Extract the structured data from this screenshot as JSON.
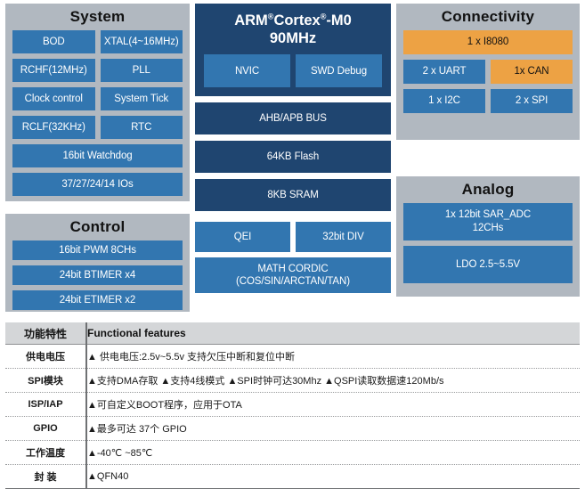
{
  "diagram": {
    "panels": {
      "system": {
        "title": "System",
        "rows": [
          {
            "type": "pair",
            "items": [
              {
                "label": "BOD",
                "color": "blue"
              },
              {
                "label": "XTAL(4~16MHz)",
                "color": "blue"
              }
            ]
          },
          {
            "type": "pair",
            "items": [
              {
                "label": "RCHF(12MHz)",
                "color": "blue"
              },
              {
                "label": "PLL",
                "color": "blue"
              }
            ]
          },
          {
            "type": "pair",
            "items": [
              {
                "label": "Clock control",
                "color": "blue"
              },
              {
                "label": "System Tick",
                "color": "blue"
              }
            ]
          },
          {
            "type": "pair",
            "items": [
              {
                "label": "RCLF(32KHz)",
                "color": "blue"
              },
              {
                "label": "RTC",
                "color": "blue"
              }
            ]
          },
          {
            "type": "full",
            "items": [
              {
                "label": "16bit Watchdog",
                "color": "blue"
              }
            ]
          },
          {
            "type": "full",
            "items": [
              {
                "label": "37/27/24/14 IOs",
                "color": "blue"
              }
            ]
          }
        ]
      },
      "control": {
        "title": "Control",
        "rows": [
          {
            "type": "full",
            "items": [
              {
                "label": "16bit PWM 8CHs",
                "color": "blue"
              }
            ]
          },
          {
            "type": "full",
            "items": [
              {
                "label": "24bit BTIMER x4",
                "color": "blue"
              }
            ]
          },
          {
            "type": "full",
            "items": [
              {
                "label": "24bit ETIMER x2",
                "color": "blue"
              }
            ]
          }
        ]
      },
      "connectivity": {
        "title": "Connectivity",
        "rows": [
          {
            "type": "full",
            "items": [
              {
                "label": "1 x I8080",
                "color": "orange"
              }
            ]
          },
          {
            "type": "pair",
            "items": [
              {
                "label": "2 x UART",
                "color": "blue"
              },
              {
                "label": "1x CAN",
                "color": "orange"
              }
            ]
          },
          {
            "type": "pair",
            "items": [
              {
                "label": "1 x I2C",
                "color": "blue"
              },
              {
                "label": "2 x SPI",
                "color": "blue"
              }
            ]
          }
        ]
      },
      "analog": {
        "title": "Analog",
        "rows": [
          {
            "type": "full",
            "items": [
              {
                "label": "1x 12bit SAR_ADC\n12CHs",
                "color": "blue"
              }
            ]
          },
          {
            "type": "full",
            "items": [
              {
                "label": "LDO 2.5~5.5V",
                "color": "blue"
              }
            ]
          }
        ]
      }
    },
    "core": {
      "cpu_title_line1_pre": "ARM",
      "cpu_title_line1_mid": "Cortex",
      "cpu_title_line1_post": "-M0",
      "cpu_title_line2": "90MHz",
      "reg_mark": "®",
      "nvic": "NVIC",
      "swd_debug": "SWD Debug",
      "bus": "AHB/APB BUS",
      "flash": "64KB Flash",
      "sram": "8KB SRAM",
      "qei": "QEI",
      "div": "32bit DIV",
      "cordic_line1": "MATH CORDIC",
      "cordic_line2": "(COS/SIN/ARCTAN/TAN)"
    }
  },
  "table": {
    "headers": {
      "col1": "功能特性",
      "col2": "Functional features"
    },
    "rows": [
      {
        "label": "供电电压",
        "value": "▲ 供电电压:2.5v~5.5v 支持欠压中断和复位中断"
      },
      {
        "label": "SPI模块",
        "value": "▲支持DMA存取  ▲支持4线模式  ▲SPI时钟可达30Mhz  ▲QSPI读取数据速120Mb/s"
      },
      {
        "label": "ISP/IAP",
        "value": "▲可自定义BOOT程序，应用于OTA"
      },
      {
        "label": "GPIO",
        "value": "▲最多可达 37个 GPIO"
      },
      {
        "label": "工作温度",
        "value": "▲-40℃ ~85℃"
      },
      {
        "label": "封 装",
        "value": "▲QFN40"
      }
    ]
  },
  "colors": {
    "panel_bg": "#b1b8c0",
    "blue": "#3276b0",
    "navy": "#1f4570",
    "orange": "#eda244",
    "page_bg": "#ffffff",
    "table_header_bg": "#d4d6d8"
  }
}
